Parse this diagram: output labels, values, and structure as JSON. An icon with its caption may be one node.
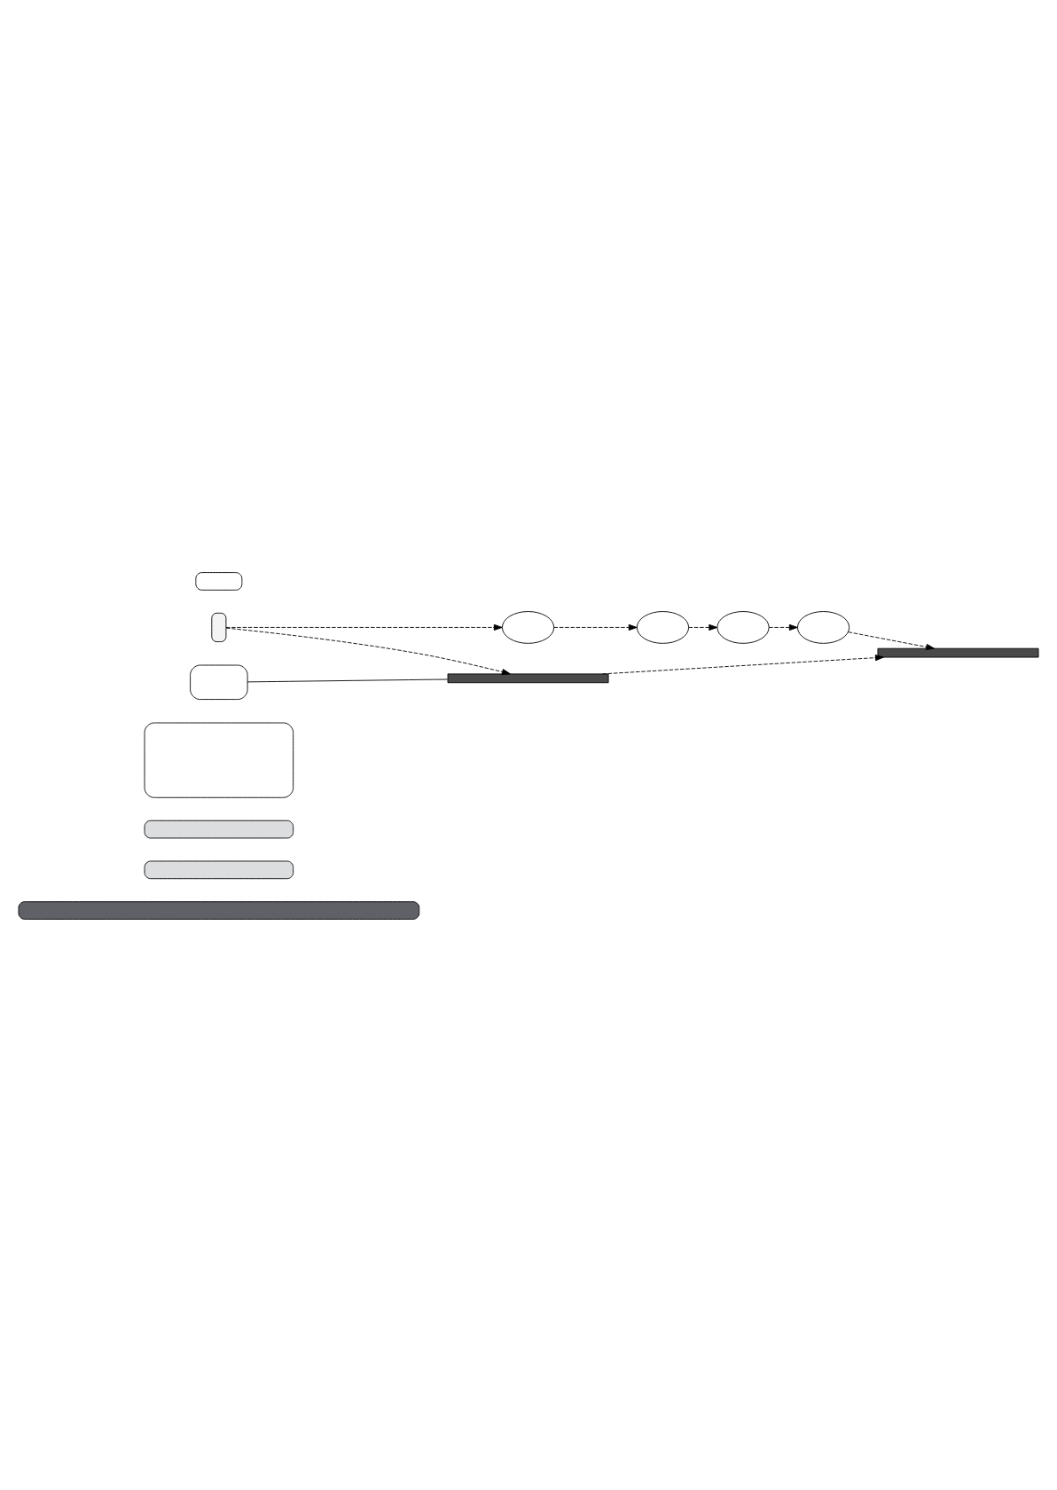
{
  "diagram": {
    "nodes": [
      {
        "text": [],
        "shape": "box"
      },
      {
        "text": [],
        "shape": "box"
      },
      {
        "text": [],
        "shape": "box"
      },
      {
        "text": [],
        "shape": "box"
      },
      {
        "text": [],
        "shape": "phone"
      },
      {
        "text": [],
        "shape": "ellipse"
      },
      {
        "text": [],
        "shape": "ellipse"
      },
      {
        "text": [],
        "shape": "ellipse"
      },
      {
        "text": [],
        "shape": "ellipse"
      },
      {
        "text": [],
        "shape": "bar"
      },
      {
        "text": [],
        "shape": "bar"
      },
      {
        "text": [],
        "shape": "box"
      },
      {
        "text": [],
        "shape": "box"
      }
    ],
    "edges": [
      {
        "from": 4,
        "to": 5,
        "arrow": "to",
        "style": "dashed"
      },
      {
        "from": 5,
        "to": 6,
        "arrow": "to",
        "style": "dashed"
      },
      {
        "from": 6,
        "to": 7,
        "arrow": "to",
        "style": "dashed"
      },
      {
        "from": 7,
        "to": 8,
        "arrow": "to",
        "style": "dashed"
      },
      {
        "from": 8,
        "to": 9,
        "arrow": "to",
        "style": "dashed"
      },
      {
        "from": 4,
        "to": 10,
        "arrow": "to",
        "style": "dashed"
      },
      {
        "from": 10,
        "to": 9,
        "arrow": "to",
        "style": "dashed"
      },
      {
        "from": 11,
        "to": 10,
        "arrow": "none"
      }
    ]
  }
}
